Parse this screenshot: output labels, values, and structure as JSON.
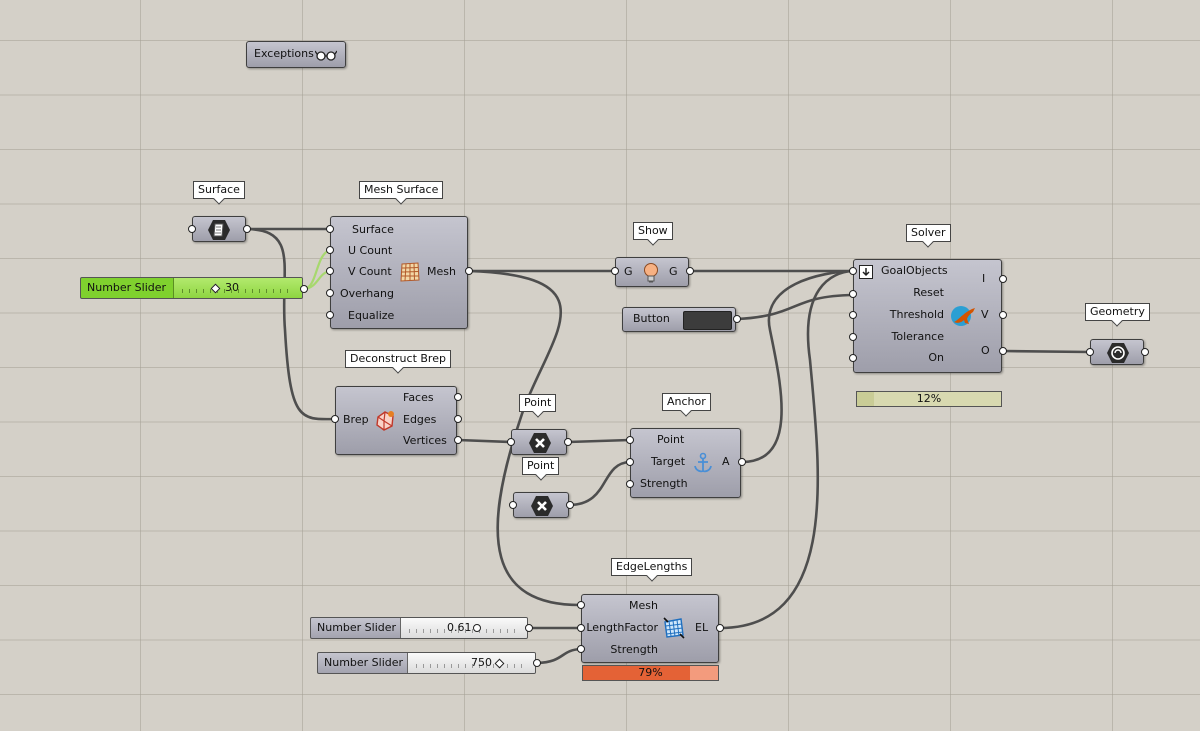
{
  "colors": {
    "canvas": "#d4d0c8",
    "component": "#b4b4be",
    "wire": "#555555",
    "slider_active": "#7fd12e",
    "progress_ok": "#d8d9b0",
    "progress_warn": "#e46236"
  },
  "exceptions": {
    "label": "Exceptions",
    "icon": "glasses-icon"
  },
  "surface_param": {
    "label": "Surface",
    "icon": "surface-param-icon"
  },
  "mesh_surface": {
    "label": "Mesh Surface",
    "inputs": [
      "Surface",
      "U Count",
      "V Count",
      "Overhang",
      "Equalize"
    ],
    "output": "Mesh",
    "icon": "mesh-grid-icon"
  },
  "slider_main": {
    "name": "Number Slider",
    "value": "30",
    "fraction": 0.27
  },
  "deconstruct": {
    "label": "Deconstruct Brep",
    "input": "Brep",
    "outputs": [
      "Faces",
      "Edges",
      "Vertices"
    ],
    "icon": "deconstruct-brep-icon"
  },
  "show": {
    "label": "Show",
    "input": "G",
    "output": "G",
    "icon": "lightbulb-icon"
  },
  "button": {
    "label": "Button"
  },
  "point1": {
    "label": "Point",
    "icon": "point-icon"
  },
  "point2": {
    "label": "Point",
    "icon": "point-icon"
  },
  "anchor": {
    "label": "Anchor",
    "inputs": [
      "Point",
      "Target",
      "Strength"
    ],
    "output": "A",
    "icon": "anchor-icon"
  },
  "solver": {
    "label": "Solver",
    "inputs": [
      "GoalObjects",
      "Reset",
      "Threshold",
      "Tolerance",
      "On"
    ],
    "outputs": [
      "I",
      "V",
      "O"
    ],
    "progress": "12%",
    "progress_value": 0.12,
    "icon": "kangaroo-icon",
    "flatten_icon": "flatten-icon"
  },
  "geometry": {
    "label": "Geometry",
    "icon": "geometry-icon"
  },
  "edge_lengths": {
    "label": "EdgeLengths",
    "inputs": [
      "Mesh",
      "LengthFactor",
      "Strength"
    ],
    "output": "EL",
    "progress": "79%",
    "progress_value": 0.79,
    "icon": "edge-mesh-icon"
  },
  "slider_length": {
    "name": "Number Slider",
    "value": "0.61",
    "fraction": 0.61
  },
  "slider_strength": {
    "name": "Number Slider",
    "value": "750",
    "fraction": 0.75
  }
}
